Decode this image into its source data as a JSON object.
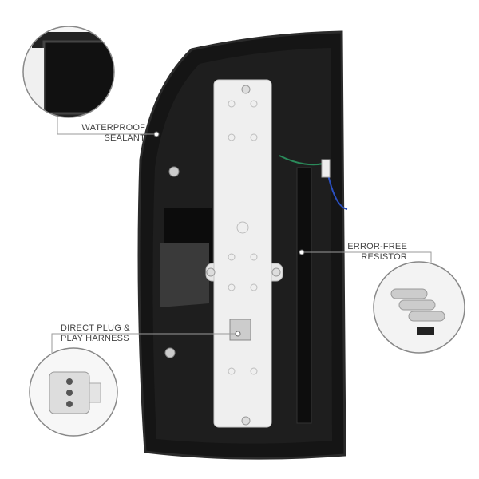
{
  "callouts": {
    "sealant": {
      "line1": "WATERPROOF",
      "line2": "SEALANT"
    },
    "resistor": {
      "line1": "ERROR-FREE",
      "line2": "RESISTOR"
    },
    "harness": {
      "line1": "DIRECT PLUG &",
      "line2": "PLAY HARNESS"
    }
  },
  "colors": {
    "housing": "#141414",
    "board": "#eeeeee",
    "line": "#9a9a9a",
    "text": "#444444"
  }
}
